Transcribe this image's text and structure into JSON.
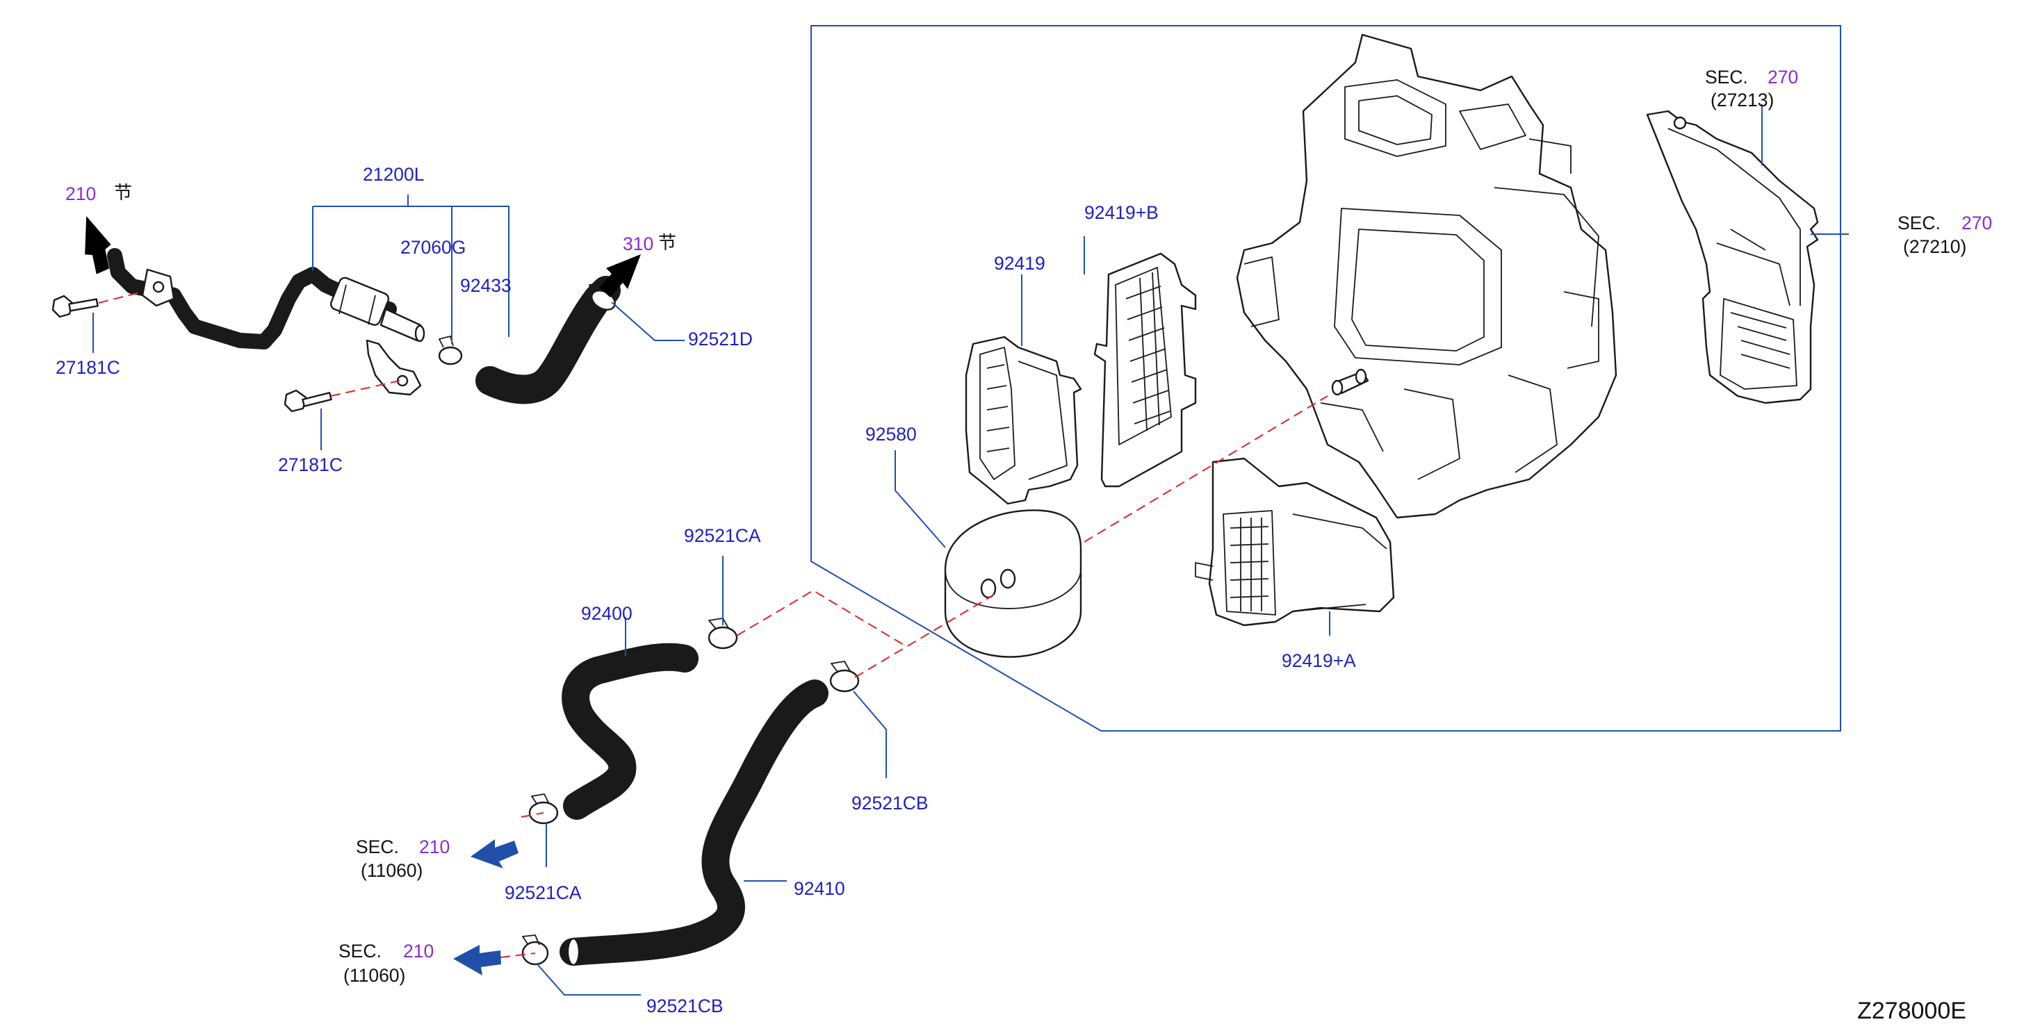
{
  "labels": {
    "p21200L": "21200L",
    "p27060G": "27060G",
    "p92433": "92433",
    "p92521D": "92521D",
    "p27181C_a": "27181C",
    "p27181C_b": "27181C",
    "p92419B": "92419+B",
    "p92419": "92419",
    "p92580": "92580",
    "p92419A": "92419+A",
    "p92521CA_top": "92521CA",
    "p92400": "92400",
    "p92521CB_right": "92521CB",
    "p92521CA_bottom": "92521CA",
    "p92410": "92410",
    "p92521CB_bottom": "92521CB"
  },
  "section_refs": {
    "ref210_top": {
      "number": "210",
      "glyph": "节"
    },
    "ref310": {
      "number": "310",
      "glyph": "节"
    },
    "sec270_top": {
      "prefix": "SEC.",
      "number": "270",
      "sub": "(27213)"
    },
    "sec270_right": {
      "prefix": "SEC.",
      "number": "270",
      "sub": "(27210)"
    },
    "sec210_a": {
      "prefix": "SEC.",
      "number": "210",
      "sub": "(11060)"
    },
    "sec210_b": {
      "prefix": "SEC.",
      "number": "210",
      "sub": "(11060)"
    }
  },
  "diagram_code": "Z278000E",
  "colors": {
    "label_blue": "#1f1fc4",
    "section_purple": "#8a2bd6",
    "leader_blue": "#1f4fb0",
    "dashed_red": "#e02424",
    "arrow_black": "#000000",
    "arrow_blue": "#1f4fa8"
  },
  "icons": {
    "direction_arrows_black": "arrow-up-right-icon",
    "direction_arrows_blue": "arrow-left-icon"
  }
}
